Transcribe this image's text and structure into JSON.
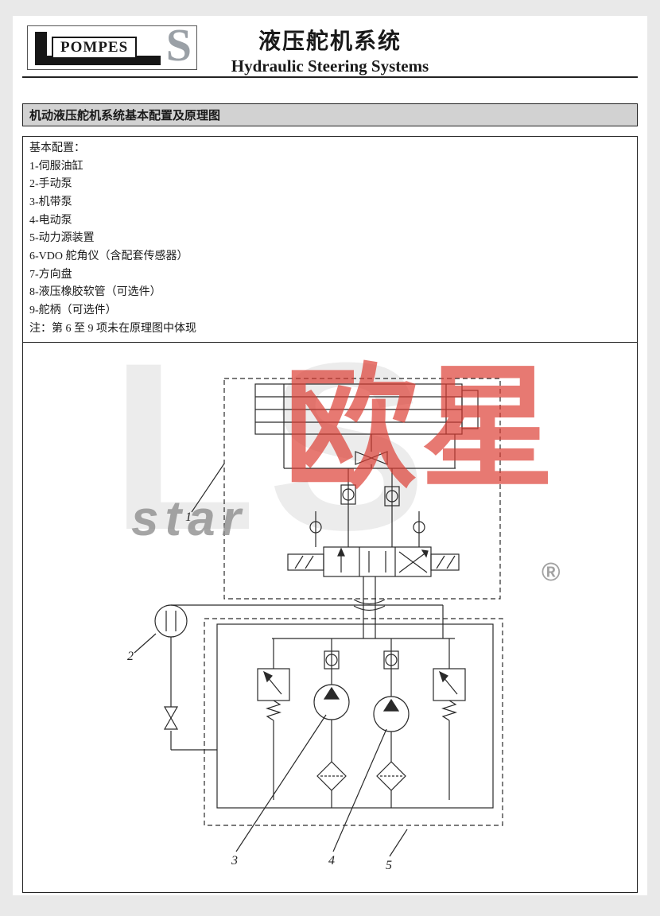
{
  "header": {
    "logo_text": "POMPES",
    "logo_s": "S",
    "title_cn": "液压舵机系统",
    "title_en": "Hydraulic Steering Systems"
  },
  "section": {
    "title": "机动液压舵机系统基本配置及原理图"
  },
  "config_list": {
    "heading": "基本配置：",
    "items": [
      "1-伺服油缸",
      "2-手动泵",
      "3-机带泵",
      "4-电动泵",
      "5-动力源装置",
      "6-VDO 舵角仪（含配套传感器）",
      "7-方向盘",
      "8-液压橡胶软管（可选件）",
      "9-舵柄（可选件）"
    ],
    "note": "注：第 6 至 9 项未在原理图中体现"
  },
  "diagram": {
    "labels": [
      "1",
      "2",
      "3",
      "4",
      "5"
    ]
  },
  "watermark": {
    "text_cn": "欧星",
    "text_en": "star",
    "registered": "®",
    "ghost": "LS",
    "color_red": "#dd3b30",
    "color_gray": "#8f8f8f"
  }
}
